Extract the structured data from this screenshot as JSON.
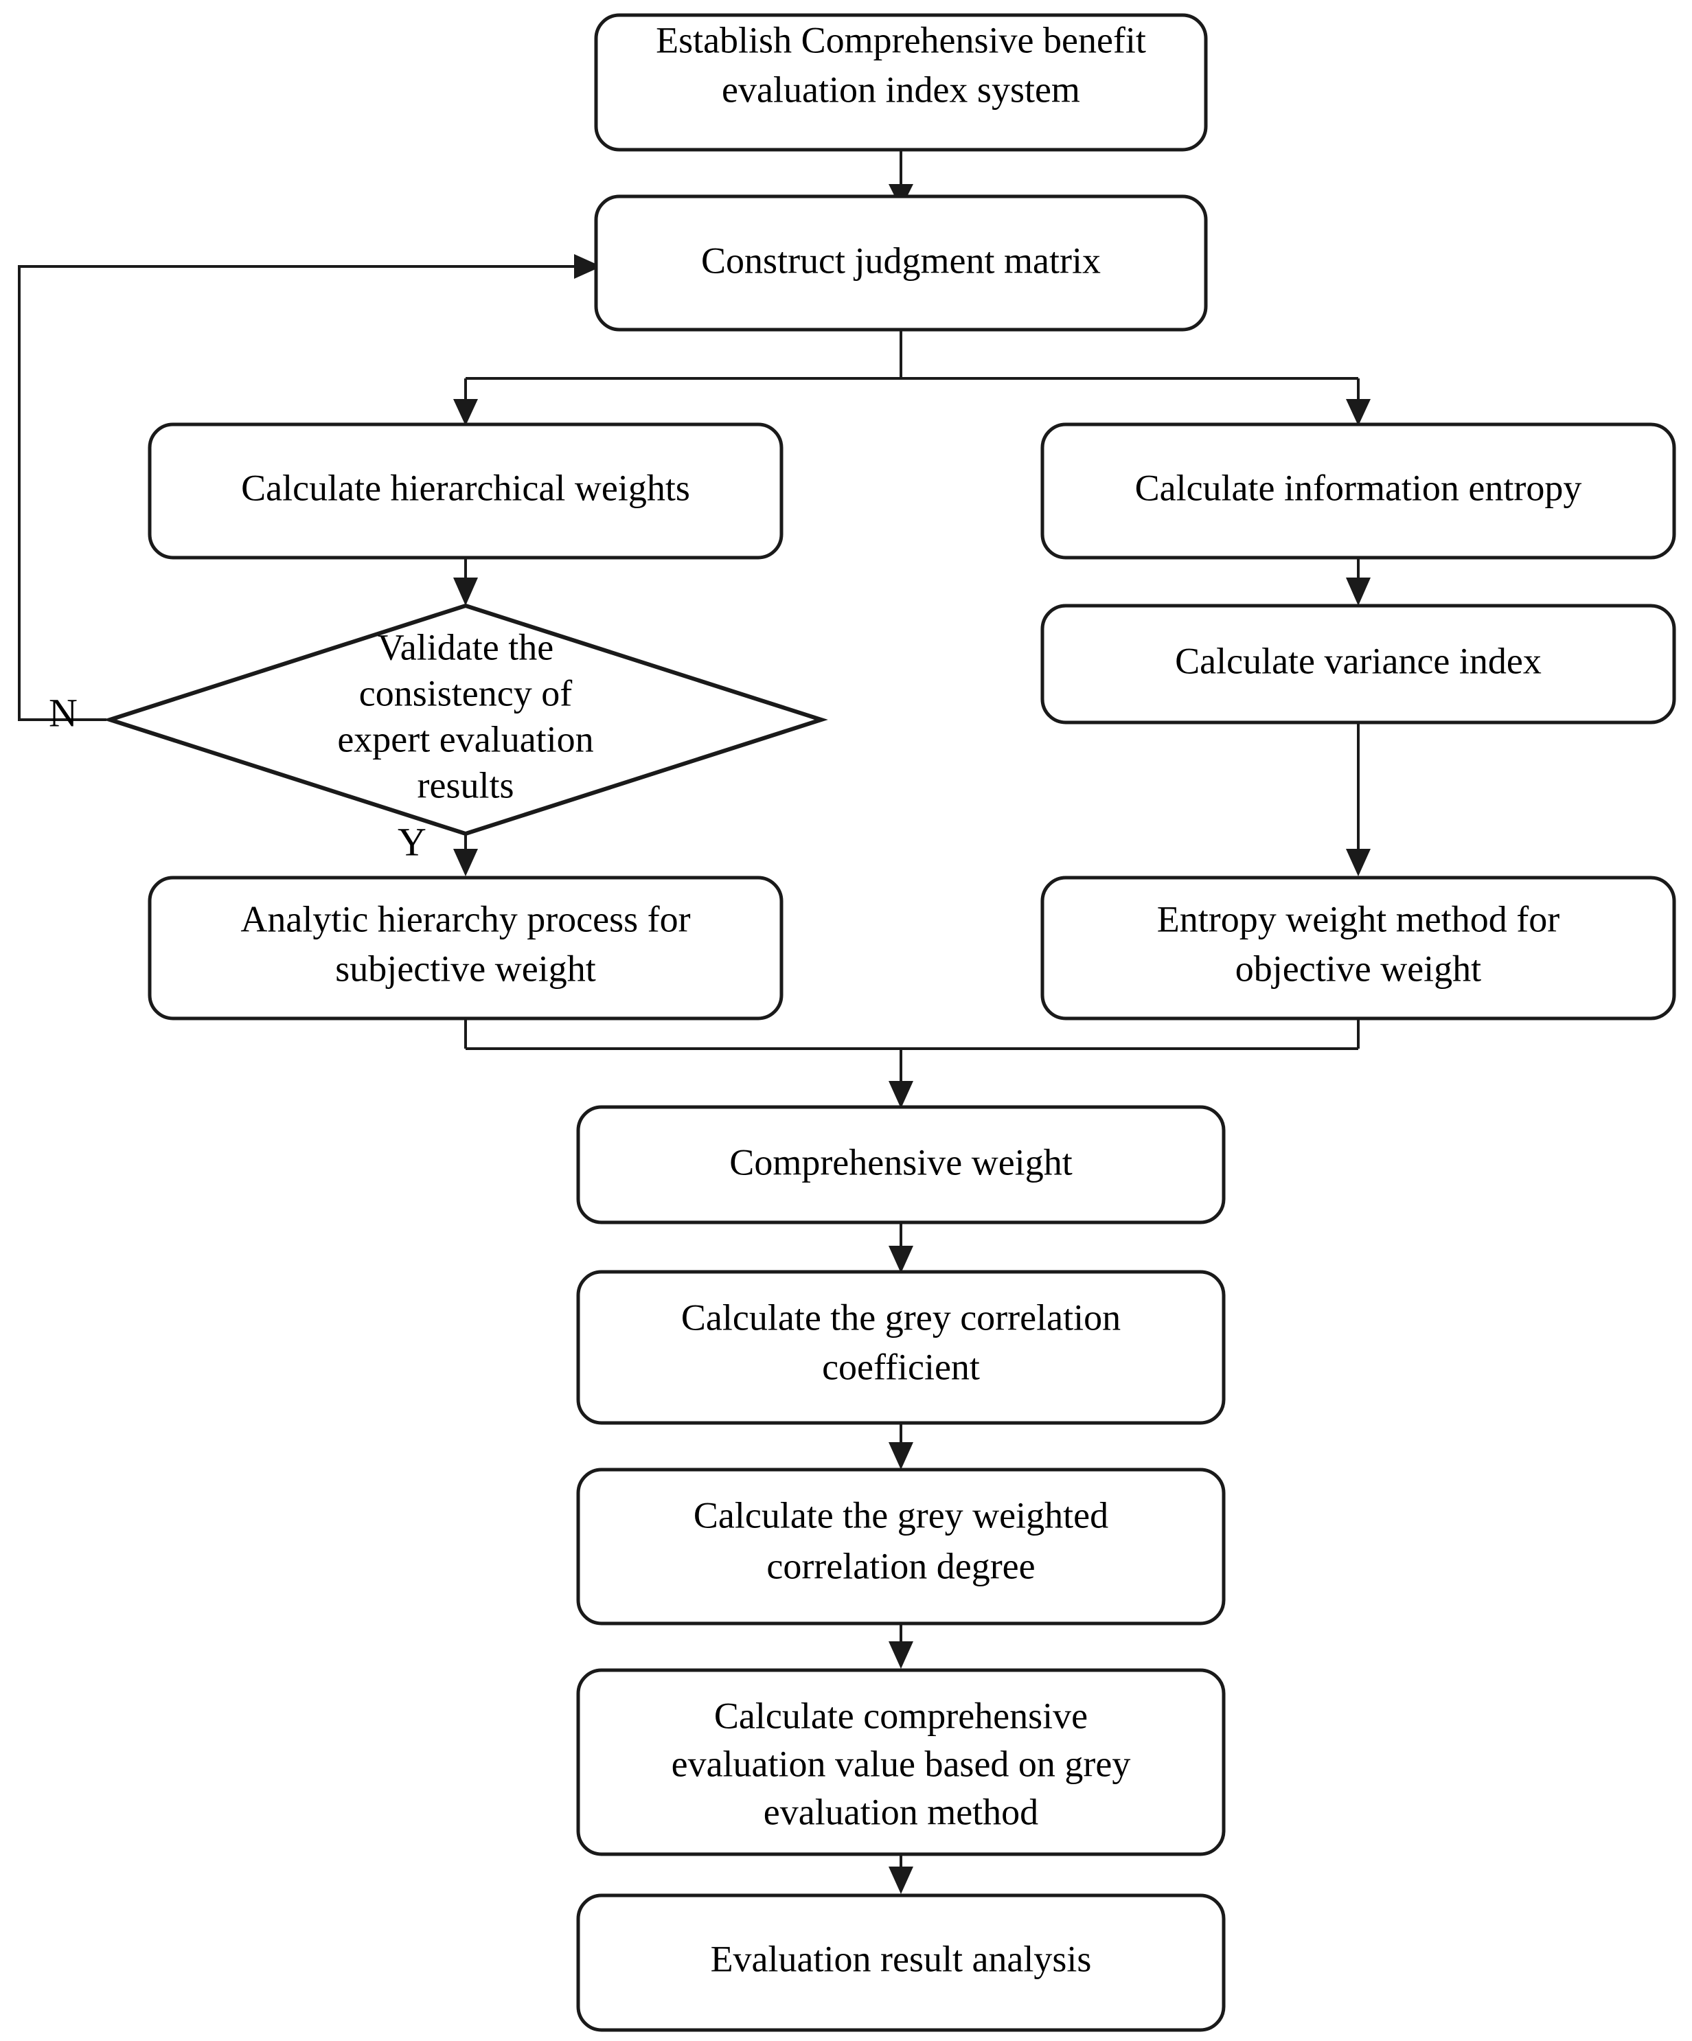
{
  "diagram": {
    "type": "flowchart",
    "title": "Comprehensive benefit evaluation flowchart",
    "orientation": "top-to-bottom",
    "colors": {
      "background": "#ffffff",
      "node_stroke": "#1a1a1a",
      "node_fill": "#ffffff",
      "connector": "#1a1a1a",
      "text": "#000000"
    },
    "nodes": [
      {
        "id": "establish",
        "shape": "rounded-rectangle",
        "lines": [
          "Establish Comprehensive benefit",
          "evaluation index system"
        ]
      },
      {
        "id": "construct-matrix",
        "shape": "rounded-rectangle",
        "lines": [
          "Construct judgment matrix"
        ]
      },
      {
        "id": "hierarchical-weights",
        "shape": "rounded-rectangle",
        "lines": [
          "Calculate hierarchical weights"
        ]
      },
      {
        "id": "information-entropy",
        "shape": "rounded-rectangle",
        "lines": [
          "Calculate information entropy"
        ]
      },
      {
        "id": "validate-consistency",
        "shape": "diamond",
        "lines": [
          "Validate the",
          "consistency of",
          "expert evaluation",
          "results"
        ]
      },
      {
        "id": "variance-index",
        "shape": "rounded-rectangle",
        "lines": [
          "Calculate variance index"
        ]
      },
      {
        "id": "ahp-subjective",
        "shape": "rounded-rectangle",
        "lines": [
          "Analytic hierarchy process for",
          "subjective weight"
        ]
      },
      {
        "id": "entropy-objective",
        "shape": "rounded-rectangle",
        "lines": [
          "Entropy weight method for",
          "objective weight"
        ]
      },
      {
        "id": "comprehensive-weight",
        "shape": "rounded-rectangle",
        "lines": [
          "Comprehensive weight"
        ]
      },
      {
        "id": "grey-correlation-coefficient",
        "shape": "rounded-rectangle",
        "lines": [
          "Calculate the grey correlation",
          "coefficient"
        ]
      },
      {
        "id": "grey-weighted-degree",
        "shape": "rounded-rectangle",
        "lines": [
          "Calculate the grey weighted",
          "correlation degree"
        ]
      },
      {
        "id": "comprehensive-evaluation-value",
        "shape": "rounded-rectangle",
        "lines": [
          "Calculate comprehensive",
          "evaluation value based on grey",
          "evaluation method"
        ]
      },
      {
        "id": "result-analysis",
        "shape": "rounded-rectangle",
        "lines": [
          "Evaluation result analysis"
        ]
      }
    ],
    "branch_labels": {
      "no": "N",
      "yes": "Y"
    },
    "edges": [
      {
        "from": "establish",
        "to": "construct-matrix",
        "label": ""
      },
      {
        "from": "construct-matrix",
        "to": "hierarchical-weights",
        "label": ""
      },
      {
        "from": "construct-matrix",
        "to": "information-entropy",
        "label": ""
      },
      {
        "from": "hierarchical-weights",
        "to": "validate-consistency",
        "label": ""
      },
      {
        "from": "validate-consistency",
        "to": "construct-matrix",
        "label": "N"
      },
      {
        "from": "validate-consistency",
        "to": "ahp-subjective",
        "label": "Y"
      },
      {
        "from": "information-entropy",
        "to": "variance-index",
        "label": ""
      },
      {
        "from": "variance-index",
        "to": "entropy-objective",
        "label": ""
      },
      {
        "from": "ahp-subjective",
        "to": "comprehensive-weight",
        "label": ""
      },
      {
        "from": "entropy-objective",
        "to": "comprehensive-weight",
        "label": ""
      },
      {
        "from": "comprehensive-weight",
        "to": "grey-correlation-coefficient",
        "label": ""
      },
      {
        "from": "grey-correlation-coefficient",
        "to": "grey-weighted-degree",
        "label": ""
      },
      {
        "from": "grey-weighted-degree",
        "to": "comprehensive-evaluation-value",
        "label": ""
      },
      {
        "from": "comprehensive-evaluation-value",
        "to": "result-analysis",
        "label": ""
      }
    ]
  }
}
